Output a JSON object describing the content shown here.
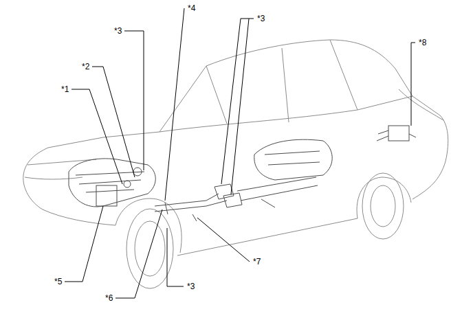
{
  "diagram": {
    "labels": [
      "*4",
      "*3",
      "*3",
      "*8",
      "*2",
      "*1",
      "*7",
      "*5",
      "*3",
      "*6"
    ]
  }
}
